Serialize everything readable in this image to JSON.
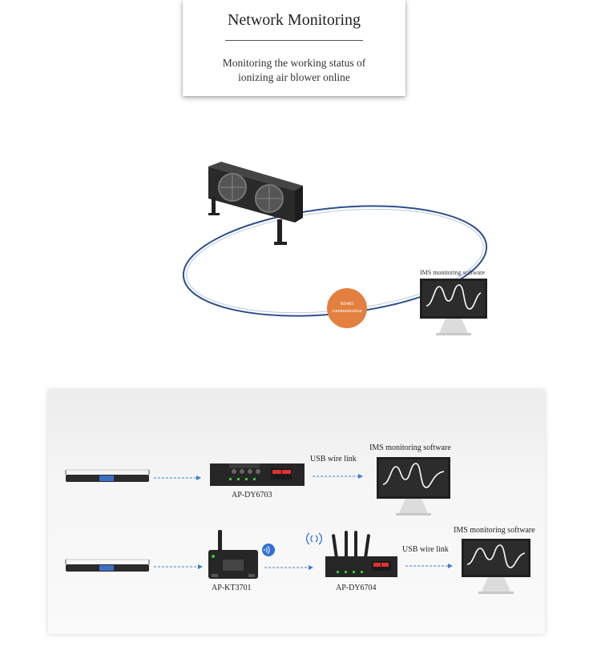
{
  "header": {
    "title": "Network Monitoring",
    "subtitle_line1": "Monitoring the working status of",
    "subtitle_line2": "ionizing air blower online"
  },
  "topology": {
    "software_label": "IMS monitoring software",
    "comm_label_line1": "RS485",
    "comm_label_line2": "communication"
  },
  "wired_chain": {
    "device_label": "AP-DY6703",
    "link_label": "USB wire link",
    "software_label": "IMS monitoring software"
  },
  "wireless_chain": {
    "transmitter_label": "AP-KT3701",
    "receiver_label": "AP-DY6704",
    "link_label": "USB wire link",
    "software_label": "IMS monitoring software"
  },
  "colors": {
    "accent_orange": "#e3803f",
    "arrow_blue": "#3b7fd0",
    "wifi_blue": "#2f6fd6",
    "device_dark": "#2b2b2b"
  }
}
